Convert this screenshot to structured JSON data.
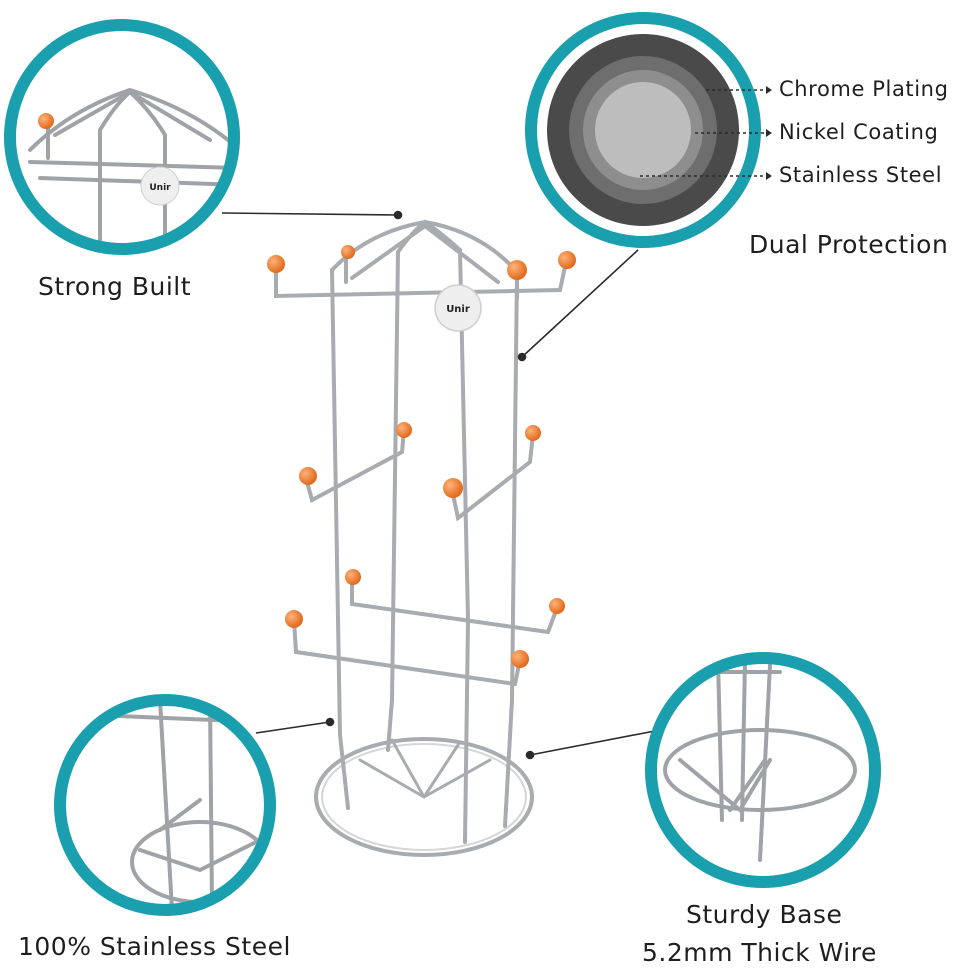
{
  "product": {
    "brand_logo_text": "Unir",
    "colors": {
      "ring": "#1a9fae",
      "steel": "#a8abb0",
      "steel_dark": "#6f7378",
      "knob": "#ee7a2a",
      "core_outer": "#4a4a4a",
      "core_mid": "#6e6e6e",
      "core_inner": "#8e8e8e",
      "core_center": "#bdbdbd"
    }
  },
  "callouts": {
    "top_left": {
      "title": "Strong Built"
    },
    "top_right": {
      "title": "Dual Protection",
      "layers": [
        "Chrome Plating",
        "Nickel Coating",
        "Stainless Steel"
      ]
    },
    "bottom_left": {
      "title": "100% Stainless Steel"
    },
    "bottom_right": {
      "title_line1": "Sturdy Base",
      "title_line2": "5.2mm Thick Wire"
    }
  }
}
